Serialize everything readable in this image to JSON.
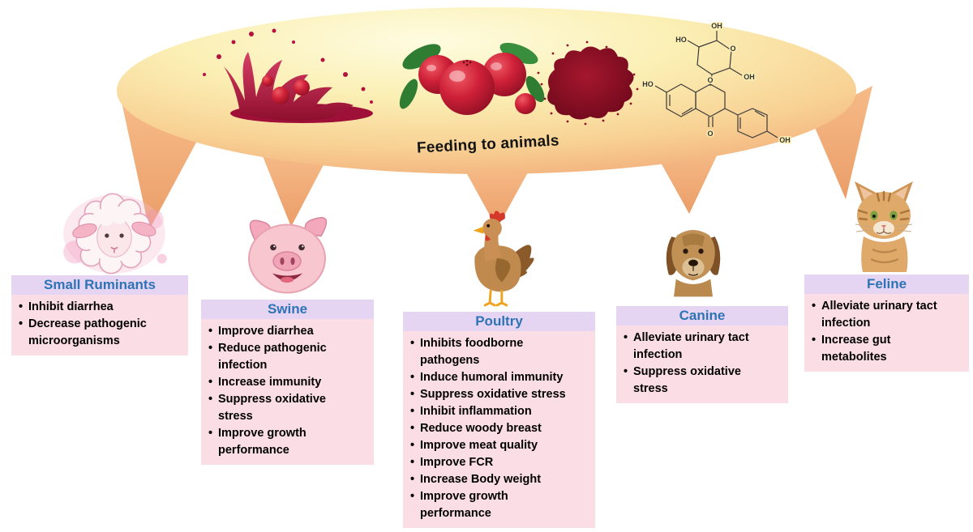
{
  "ellipse": {
    "label": "Feeding to animals"
  },
  "molecule": {
    "labels": [
      "OH",
      "HO",
      "O",
      "OH",
      "HO",
      "O",
      "O",
      "OH"
    ]
  },
  "groups": [
    {
      "title": "Small Ruminants",
      "animal": "sheep",
      "bullets": [
        "Inhibit diarrhea",
        "Decrease pathogenic microorganisms"
      ]
    },
    {
      "title": "Swine",
      "animal": "pig",
      "bullets": [
        "Improve diarrhea",
        "Reduce pathogenic infection",
        "Increase immunity",
        "Suppress oxidative stress",
        "Improve growth performance"
      ]
    },
    {
      "title": "Poultry",
      "animal": "chicken",
      "bullets": [
        "Inhibits foodborne pathogens",
        "Induce humoral immunity",
        "Suppress oxidative stress",
        "Inhibit inflammation",
        "Reduce woody breast",
        "Improve meat quality",
        "Improve FCR",
        "Increase Body weight",
        "Improve growth performance"
      ]
    },
    {
      "title": "Canine",
      "animal": "dog",
      "bullets": [
        "Alleviate urinary tact infection",
        "Suppress oxidative stress"
      ]
    },
    {
      "title": "Feline",
      "animal": "cat",
      "bullets": [
        "Alleviate urinary tact infection",
        "Increase gut metabolites"
      ]
    }
  ],
  "colors": {
    "title_text": "#2E74B5",
    "header_bg": "#E6D4F3",
    "body_bg": "#FBDDE6",
    "ellipse_center": "#FEFCE0",
    "ellipse_edge": "#F1A878",
    "berry_red": "#CE2038",
    "powder_red": "#6D081B",
    "leaf_green": "#2E7D32"
  }
}
